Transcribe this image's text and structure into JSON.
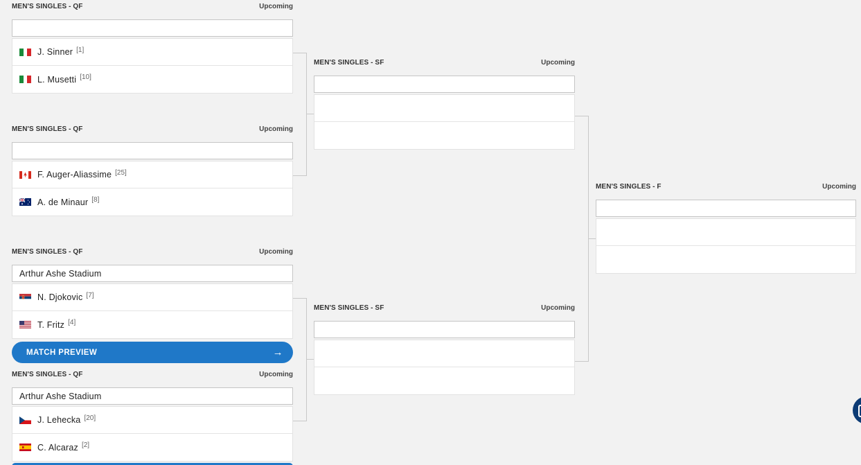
{
  "colors": {
    "background": "#f2f2f2",
    "accent": "#1f78c8",
    "fab": "#0c3b75"
  },
  "matches": [
    {
      "round": "MEN'S SINGLES - QF",
      "status": "Upcoming",
      "venue": "",
      "players": [
        {
          "flag": "italy-flag-icon",
          "name": "J. Sinner",
          "seed": "[1]"
        },
        {
          "flag": "italy-flag-icon",
          "name": "L. Musetti",
          "seed": "[10]"
        }
      ]
    },
    {
      "round": "MEN'S SINGLES - QF",
      "status": "Upcoming",
      "venue": "",
      "players": [
        {
          "flag": "canada-flag-icon",
          "name": "F. Auger-Aliassime",
          "seed": "[25]"
        },
        {
          "flag": "australia-flag-icon",
          "name": "A. de Minaur",
          "seed": "[8]"
        }
      ]
    },
    {
      "round": "MEN'S SINGLES - QF",
      "status": "Upcoming",
      "venue": "Arthur Ashe Stadium",
      "players": [
        {
          "flag": "serbia-flag-icon",
          "name": "N. Djokovic",
          "seed": "[7]"
        },
        {
          "flag": "usa-flag-icon",
          "name": "T. Fritz",
          "seed": "[4]"
        }
      ],
      "preview_button": "MATCH PREVIEW"
    },
    {
      "round": "MEN'S SINGLES - QF",
      "status": "Upcoming",
      "venue": "Arthur Ashe Stadium",
      "players": [
        {
          "flag": "czech-flag-icon",
          "name": "J. Lehecka",
          "seed": "[20]"
        },
        {
          "flag": "spain-flag-icon",
          "name": "C. Alcaraz",
          "seed": "[2]"
        }
      ]
    },
    {
      "round": "MEN'S SINGLES - SF",
      "status": "Upcoming",
      "venue": "",
      "players": [
        {
          "name": "",
          "seed": ""
        },
        {
          "name": "",
          "seed": ""
        }
      ]
    },
    {
      "round": "MEN'S SINGLES - SF",
      "status": "Upcoming",
      "venue": "",
      "players": [
        {
          "name": "",
          "seed": ""
        },
        {
          "name": "",
          "seed": ""
        }
      ]
    },
    {
      "round": "MEN'S SINGLES - F",
      "status": "Upcoming",
      "venue": "",
      "players": [
        {
          "name": "",
          "seed": ""
        },
        {
          "name": "",
          "seed": ""
        }
      ]
    }
  ]
}
